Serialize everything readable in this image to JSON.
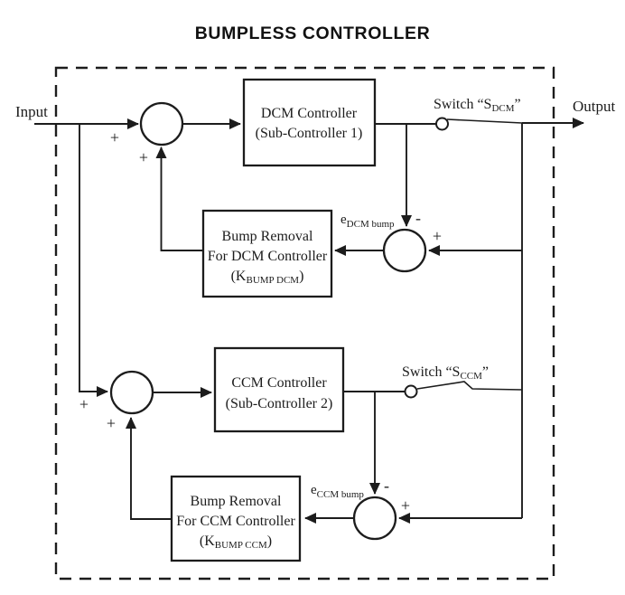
{
  "title": "BUMPLESS CONTROLLER",
  "io": {
    "input": "Input",
    "output": "Output"
  },
  "switches": {
    "dcm": {
      "prefix": "Switch “S",
      "sub": "DCM",
      "suffix": "”"
    },
    "ccm": {
      "prefix": "Switch “S",
      "sub": "CCM",
      "suffix": "”"
    }
  },
  "blocks": {
    "dcm_controller": {
      "line1": "DCM Controller",
      "line2": "(Sub-Controller 1)"
    },
    "ccm_controller": {
      "line1": "CCM Controller",
      "line2": "(Sub-Controller 2)"
    },
    "bump_removal_dcm": {
      "line1": "Bump Removal",
      "line2": "For DCM Controller",
      "gain_open": "(K",
      "gain_sub": "BUMP DCM",
      "gain_close": ")"
    },
    "bump_removal_ccm": {
      "line1": "Bump Removal",
      "line2": "For CCM Controller",
      "gain_open": "(K",
      "gain_sub": "BUMP CCM",
      "gain_close": ")"
    }
  },
  "error_signals": {
    "dcm": {
      "base": "e",
      "sub": "DCM bump"
    },
    "ccm": {
      "base": "e",
      "sub": "CCM bump"
    }
  },
  "signs": {
    "plus": "+",
    "minus": "-"
  },
  "colors": {
    "ink": "#1c1c1c",
    "background": "#ffffff"
  }
}
